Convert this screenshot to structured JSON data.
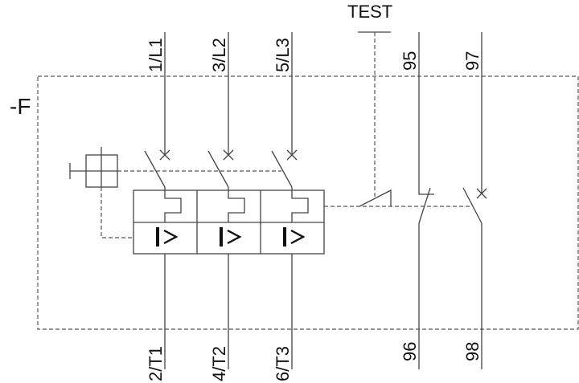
{
  "device_tag": "-F",
  "test_label": "TEST",
  "main_poles": [
    {
      "line": "1/L1",
      "load": "2/T1"
    },
    {
      "line": "3/L2",
      "load": "4/T2"
    },
    {
      "line": "5/L3",
      "load": "6/T3"
    }
  ],
  "aux_contacts": [
    {
      "top": "95",
      "bottom": "96",
      "type": "NC"
    },
    {
      "top": "97",
      "bottom": "98",
      "type": "NO"
    }
  ]
}
